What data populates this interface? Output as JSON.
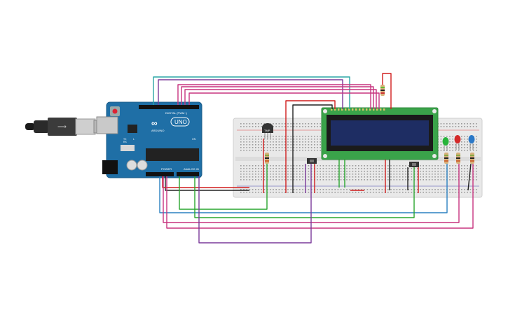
{
  "arduino": {
    "logo": "UNO",
    "brand": "ARDUINO",
    "digital_label": "DIGITAL (PWM~)",
    "power_label": "POWER",
    "analog_label": "ANALOG IN",
    "tx_label": "TX",
    "rx_label": "RX",
    "l_label": "L",
    "on_label": "ON"
  },
  "temp_sensor": {
    "label": "TMP"
  },
  "leds": {
    "colors": [
      "green",
      "red",
      "blue"
    ]
  },
  "colors": {
    "board": "#1f6fa6",
    "breadboard": "#e9e9e9",
    "lcd_frame": "#3aa34a",
    "lcd_screen": "#1e2d63",
    "wire_red": "#d11d1d",
    "wire_black": "#222222",
    "wire_green": "#29a52e",
    "wire_magenta": "#c7347f",
    "wire_purple": "#7a3a9a",
    "wire_teal": "#2aa6a6",
    "wire_blue": "#2a80c0"
  }
}
